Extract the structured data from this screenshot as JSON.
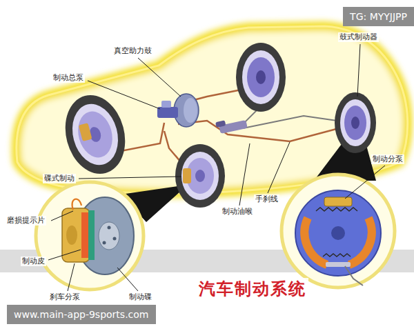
{
  "diagram": {
    "title": "汽车制动系统",
    "labels": [
      "TG: MYYJJPP",
      "鼓式制动器",
      "真空助力鼓",
      "制动总泵",
      "制动分泵",
      "碟式制动",
      "手刹线",
      "制动油喉",
      "磨损提示片",
      "制动皮",
      "刹车分泵",
      "制动碟",
      "www.main-app-9sports.com"
    ]
  }
}
